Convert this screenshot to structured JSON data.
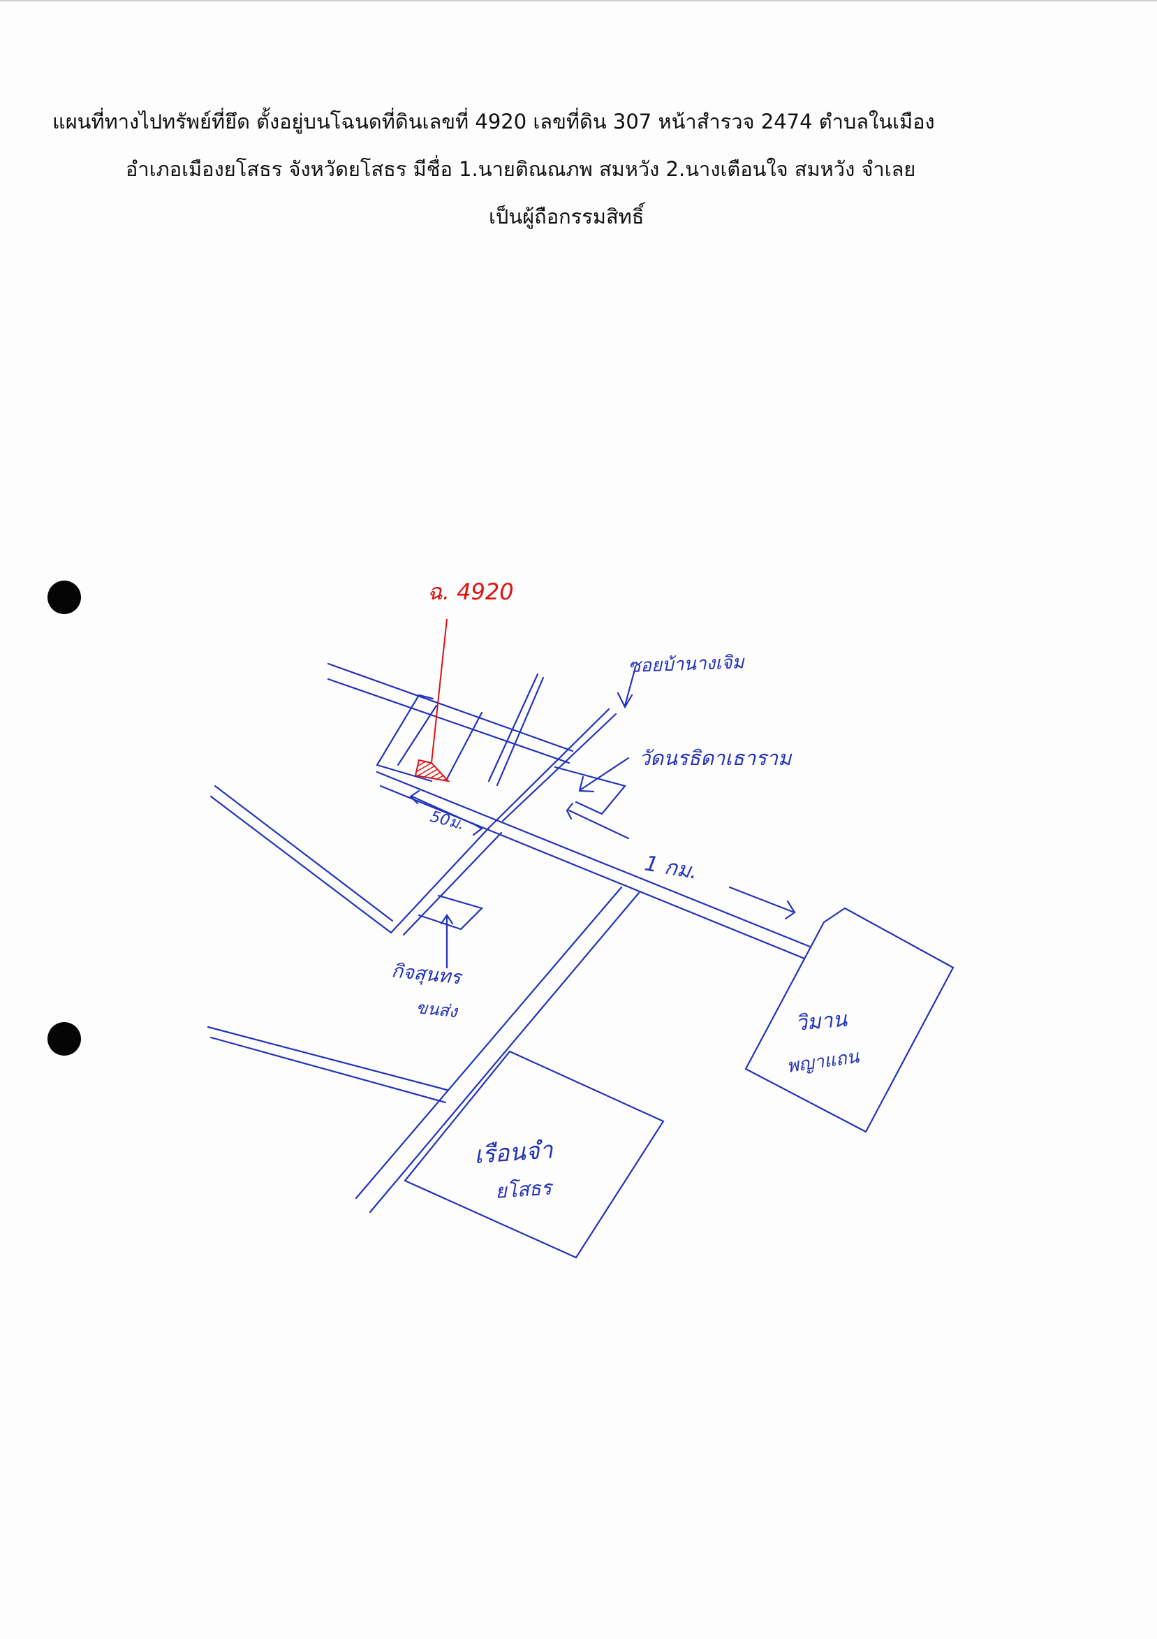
{
  "heading": {
    "line1": "แผนที่ทางไปทรัพย์ที่ยึด ตั้งอยู่บนโฉนดที่ดินเลขที่ 4920 เลขที่ดิน 307 หน้าสำรวจ 2474 ตำบลในเมือง",
    "line2": "อำเภอเมืองยโสธร จังหวัดยโสธร มีชื่อ 1.นายติณณภพ สมหวัง 2.นางเตือนใจ สมหวัง จำเลย",
    "line3": "เป็นผู้ถือกรรมสิทธิ์"
  },
  "map": {
    "parcel_label": "ฉ. 4920",
    "labels": {
      "soi": "ซอยบ้านางเจิม",
      "temple": "วัดนรธิดาเธาราม",
      "distance_50m": "50ม.",
      "distance_1km": "1 กม.",
      "kitsunthorn_1": "กิจสุนทร",
      "kitsunthorn_2": "ขนส่ง",
      "vimarn_1": "วิมาน",
      "vimarn_2": "พญาแถน",
      "prison_1": "เรือนจำ",
      "prison_2": "ยโสธร"
    },
    "colors": {
      "ink": "#2233bb",
      "parcel": "#dd1111"
    }
  }
}
